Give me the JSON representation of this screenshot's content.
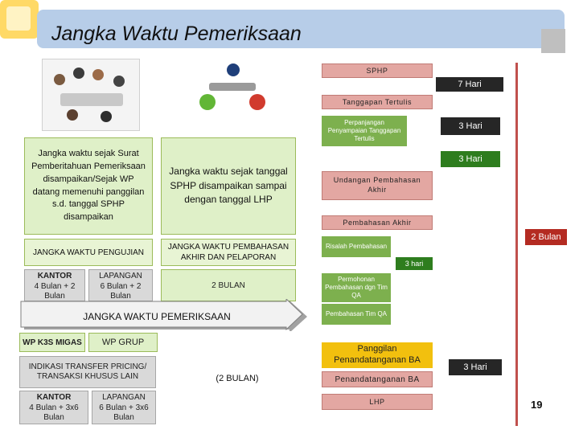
{
  "header": {
    "title": "Jangka Waktu Pemeriksaan"
  },
  "left": {
    "desc_surat": "Jangka waktu sejak Surat Pemberitahuan Pemeriksaan disampaikan/Sejak WP datang memenuhi panggilan s.d. tanggal SPHP disampaikan",
    "desc_sphp": "Jangka waktu sejak tanggal SPHP disampaikan sampai dengan tanggal LHP",
    "pengujian_title": "JANGKA WAKTU PENGUJIAN",
    "pembahasan_title": "JANGKA WAKTU PEMBAHASAN AKHIR DAN PELAPORAN",
    "kantor_label": "KANTOR",
    "kantor_value": "4 Bulan + 2 Bulan",
    "lapangan_label": "LAPANGAN",
    "lapangan_value": "6 Bulan + 2 Bulan",
    "bulan_2": "2 BULAN",
    "pemeriksaan_arrow": "JANGKA WAKTU PEMERIKSAAN",
    "wp_k3s": "WP K3S MIGAS",
    "wp_grup": "WP GRUP",
    "indikasi": "INDIKASI TRANSFER PRICING/ TRANSAKSI KHUSUS LAIN",
    "bulan_2_paren": "(2 BULAN)",
    "kantor2_label": "KANTOR",
    "kantor2_value": "4 Bulan + 3x6 Bulan",
    "lapangan2_label": "LAPANGAN",
    "lapangan2_value": "6 Bulan + 3x6 Bulan"
  },
  "flow": {
    "sphp": "SPHP",
    "tanggapan": "Tanggapan Tertulis",
    "perpanjangan": "Perpanjangan Penyampaian Tanggapan Tertulis",
    "undangan": "Undangan Pembahasan Akhir",
    "pembahasan_akhir": "Pembahasan Akhir",
    "risalah": "Risalah Pembahasan",
    "permohonan": "Permohonan Pembahasan dgn Tim QA",
    "pembahasan_qa": "Pembahasan Tim QA",
    "panggilan": "Panggilan Penandatanganan BA",
    "penandatanganan": "Penandatanganan BA",
    "lhp": "LHP"
  },
  "durations": {
    "d7": "7 Hari",
    "d3a": "3 Hari",
    "d3b": "3 Hari",
    "d2bulan": "2 Bulan",
    "d3c": "3 hari",
    "d3d": "3 Hari"
  },
  "footer": {
    "page_number": "19"
  },
  "colors": {
    "green": "#4e8b2c",
    "light_green": "#dff0c8",
    "red": "#c0504d",
    "yellow": "#f2c00e",
    "title_blue": "#b7cde8"
  }
}
